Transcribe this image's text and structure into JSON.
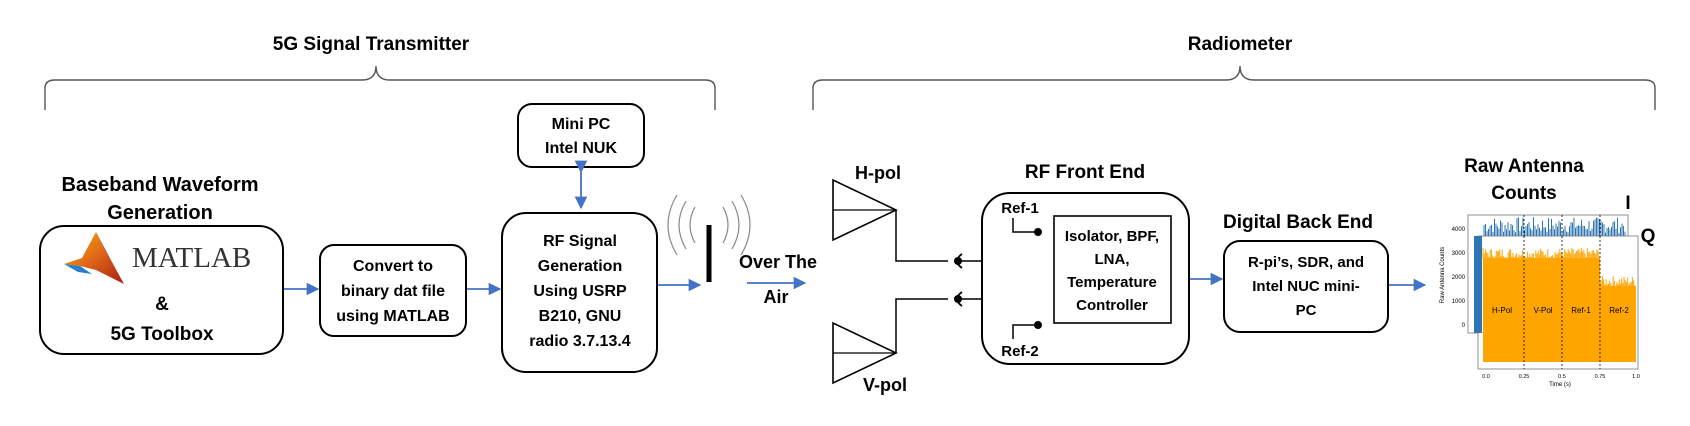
{
  "sections": {
    "transmitter": "5G Signal Transmitter",
    "radiometer": "Radiometer"
  },
  "blocks": {
    "baseband_title_1": "Baseband Waveform",
    "baseband_title_2": "Generation",
    "matlab_logo": "MATLAB",
    "amp": "&",
    "toolbox": "5G Toolbox",
    "convert_1": "Convert to",
    "convert_2": "binary dat file",
    "convert_3": "using MATLAB",
    "minipc_1": "Mini PC",
    "minipc_2": "Intel NUK",
    "rfsig_1": "RF Signal",
    "rfsig_2": "Generation",
    "rfsig_3": "Using USRP",
    "rfsig_4": "B210, GNU",
    "rfsig_5": "radio 3.7.13.4",
    "ota_1": "Over The",
    "ota_2": "Air",
    "hpol": "H-pol",
    "vpol": "V-pol",
    "rffe_title": "RF Front End",
    "ref1": "Ref-1",
    "ref2": "Ref-2",
    "iso_1": "Isolator, BPF,",
    "iso_2": "LNA,",
    "iso_3": "Temperature",
    "iso_4": "Controller",
    "dbe_title": "Digital Back End",
    "dbe_1": "R-pi’s, SDR, and",
    "dbe_2": "Intel NUC mini-",
    "dbe_3": "PC",
    "raw_1": "Raw Antenna",
    "raw_2": "Counts",
    "label_i": "I",
    "label_q": "Q"
  },
  "thumbnail_chart": {
    "ylabel": "Raw Antenna Counts",
    "xlabel": "Time (s)",
    "yticks": [
      "4000",
      "3000",
      "2000",
      "1000",
      "0"
    ],
    "xticks": [
      "0.0",
      "0.25",
      "0.5",
      "0.75",
      "1.0"
    ],
    "segments": [
      "H-Pol",
      "V-Pol",
      "Ref-1",
      "Ref-2"
    ],
    "i_color": "#2e75b6",
    "q_color": "#ffa500"
  },
  "colors": {
    "arrow": "#4472c4",
    "matlab_orange": "#e0661a",
    "matlab_red": "#c8321e"
  }
}
